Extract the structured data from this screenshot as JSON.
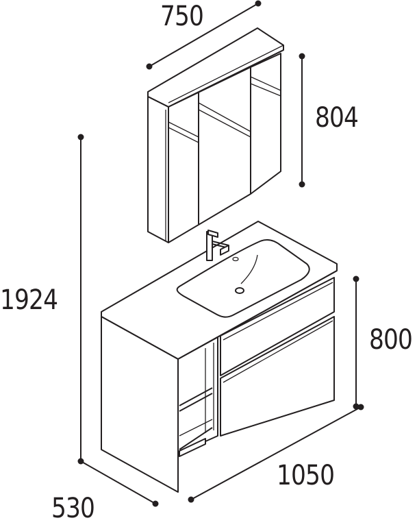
{
  "dimensions": {
    "mirror_width": "750",
    "mirror_height": "804",
    "total_height": "1924",
    "vanity_height": "800",
    "vanity_width": "1050",
    "vanity_depth": "530"
  }
}
